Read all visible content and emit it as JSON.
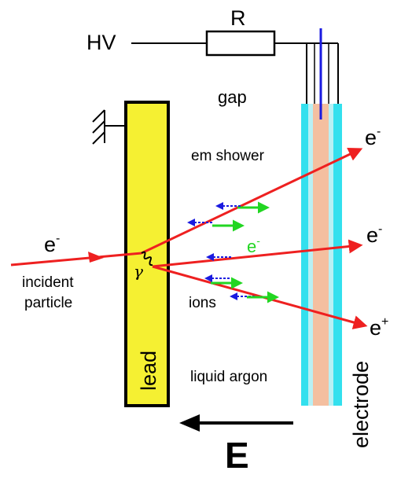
{
  "labels": {
    "hv": "HV",
    "resistor": "R",
    "gap": "gap",
    "em_shower": "em shower",
    "incident_particle_line1": "incident",
    "incident_particle_line2": "particle",
    "ions": "ions",
    "liquid_argon": "liquid argon",
    "lead": "lead",
    "electrode": "electrode",
    "field": "E",
    "gamma": "γ",
    "e_minus_base": "e",
    "e_plus_base": "e",
    "minus_sup": "-",
    "plus_sup": "+"
  },
  "colors": {
    "lead_fill": "#f5f032",
    "electrode_outer": "#33e0ee",
    "electrode_inner": "#f4bfa0",
    "electrode_wire": "#1a1ae0",
    "particle_track": "#ee2020",
    "ion_arrow_green": "#22d622",
    "ion_arrow_blue": "#1a1ae0",
    "outline": "#000000"
  },
  "icons": {
    "ground": "ground-symbol",
    "resistor": "resistor-symbol",
    "photon": "wavy-photon-line"
  }
}
